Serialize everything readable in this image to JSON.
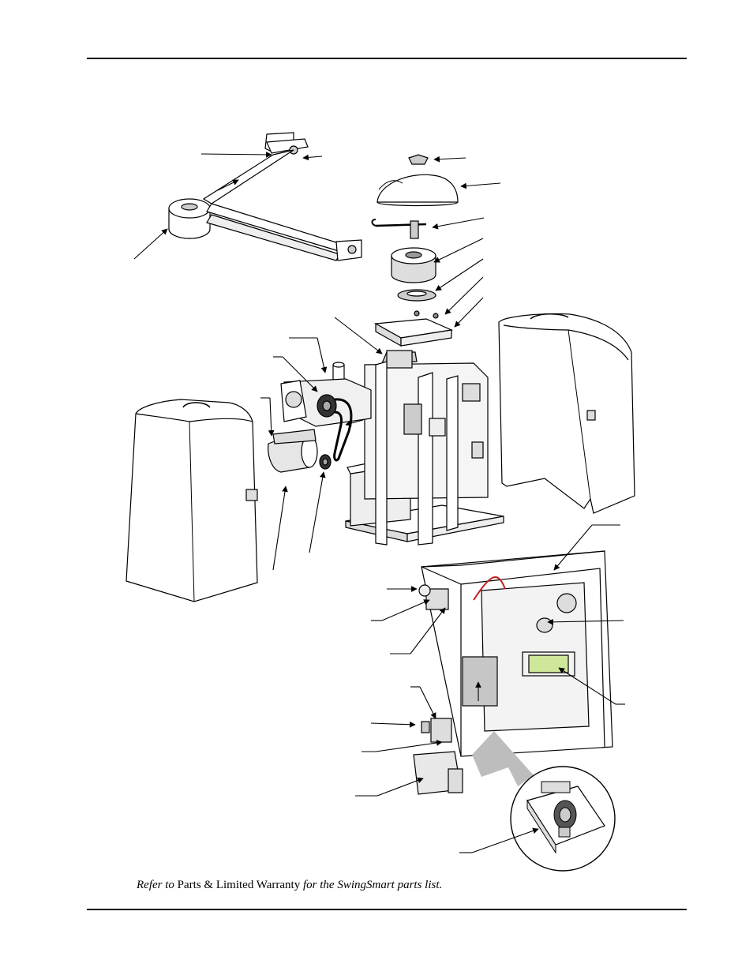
{
  "caption": {
    "prefix": "Refer to",
    "reference": "Parts & Limited Warranty",
    "suffix": "for the SwingSmart parts list."
  },
  "colors": {
    "line": "#000000",
    "part_fill": "#ffffff",
    "shade_light": "#e2e2e2",
    "shade_mid": "#c4c4c4",
    "shade_dark": "#6a6a6a",
    "pcb_display": "#cfe79a",
    "highlight_arrow": "#bdbdbd"
  },
  "icons": [
    "callout-arrow",
    "zoom-arrow",
    "up-arrow"
  ]
}
